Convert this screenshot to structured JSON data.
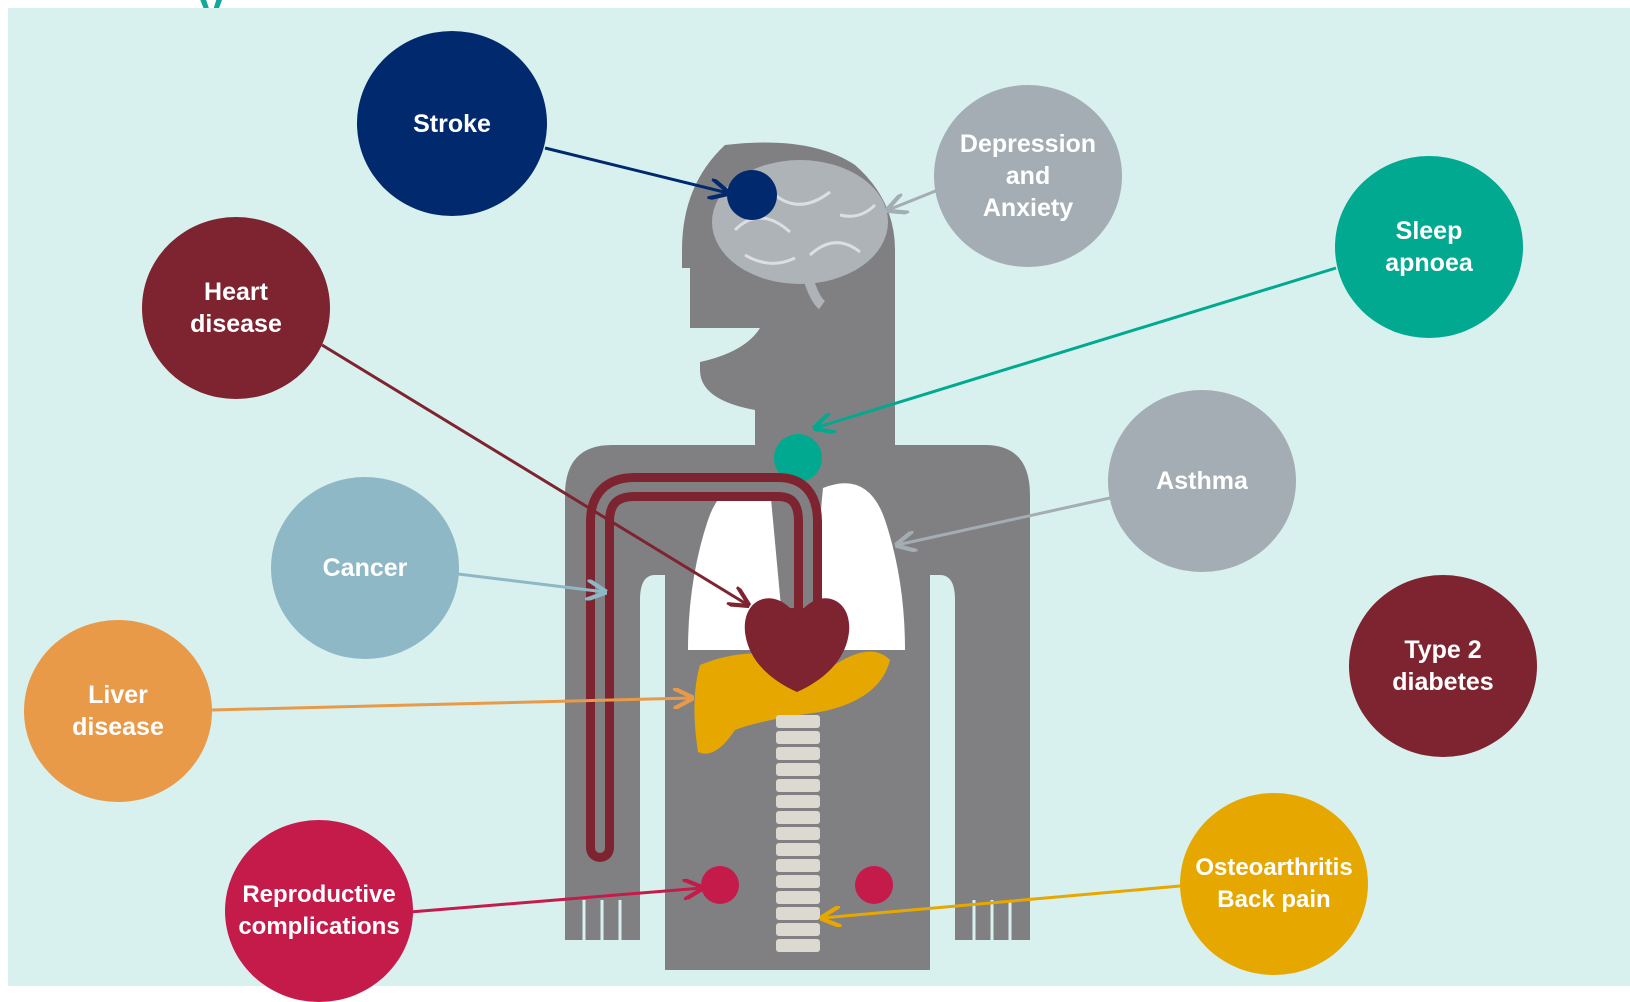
{
  "title_fragment": "y",
  "colors": {
    "background": "#d8f1ef",
    "body": "#808083",
    "brain": "#aeb3b8",
    "lungs": "#ffffff",
    "heart": "#7e2330",
    "liver": "#e6a800",
    "spine": "#dcdad0",
    "stroke": "#012a6e",
    "mental": "#a4adb3",
    "sleep": "#00a98f",
    "heart_disease": "#7e2330",
    "asthma": "#a4adb3",
    "cancer": "#8fb8c6",
    "type2": "#7e2330",
    "liver_disease": "#e89a48",
    "reproductive": "#c51b4a",
    "osteo": "#e6a800"
  },
  "conditions": [
    {
      "id": "stroke",
      "label": "Stroke",
      "icon": "brain-marker"
    },
    {
      "id": "depression",
      "label": "Depression\nand\nAnxiety",
      "icon": "brain-arrow"
    },
    {
      "id": "sleep",
      "label": "Sleep\napnoea",
      "icon": "throat-marker"
    },
    {
      "id": "heart",
      "label": "Heart\ndisease",
      "icon": "heart"
    },
    {
      "id": "asthma",
      "label": "Asthma",
      "icon": "lungs"
    },
    {
      "id": "cancer",
      "label": "Cancer",
      "icon": "circulation"
    },
    {
      "id": "type2",
      "label": "Type 2\ndiabetes",
      "icon": "none"
    },
    {
      "id": "liver",
      "label": "Liver\ndisease",
      "icon": "liver"
    },
    {
      "id": "reproductive",
      "label": "Reproductive\ncomplications",
      "icon": "ovaries"
    },
    {
      "id": "osteo",
      "label": "Osteoarthritis\nBack pain",
      "icon": "spine"
    }
  ]
}
